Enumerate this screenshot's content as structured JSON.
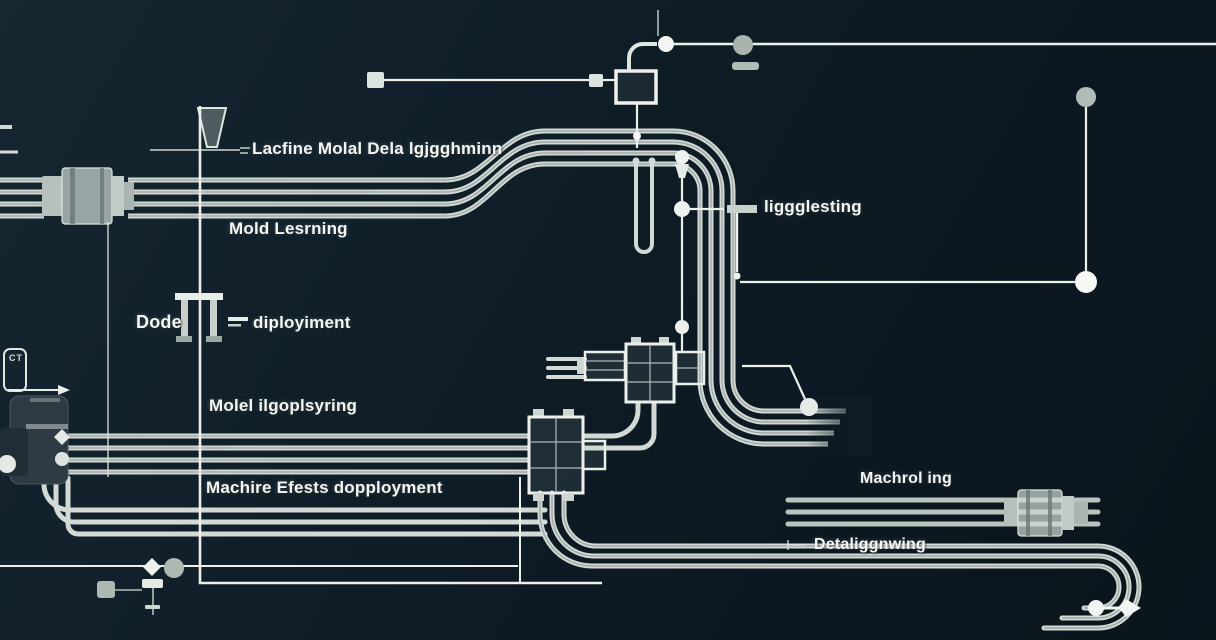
{
  "scene": {
    "description": "dark schematic piping diagram with garbled machine-learning pipeline labels",
    "colors": {
      "background_top": "#162731",
      "background_bottom": "#0a141b",
      "pipe": "#d3dad5",
      "pipe_dim": "#b9c2bd",
      "guide_line": "#ecf0eb",
      "node_gray": "#aeb8b2",
      "dark_component": "#2e3b43",
      "text": "#f4f6f3"
    }
  },
  "labels": [
    {
      "id": "top-pipeline-label",
      "text": "Lacfine Molal Dela lgjgghminn"
    },
    {
      "id": "model-learning-label",
      "text": "Mold Lesrning"
    },
    {
      "id": "dode-label",
      "text": "Dode"
    },
    {
      "id": "deployment-label",
      "text": "diployiment"
    },
    {
      "id": "model-deploying-label",
      "text": "Molel ilgoplsyring"
    },
    {
      "id": "machine-deployment-label",
      "text": "Machire Efests dopployment"
    },
    {
      "id": "ingesting-label",
      "text": "liggglesting"
    },
    {
      "id": "machroling-label",
      "text": "Machrol ing"
    },
    {
      "id": "data-ingesting-label",
      "text": "Detaliggnwing"
    },
    {
      "id": "ct-marking",
      "text": "CT"
    }
  ]
}
